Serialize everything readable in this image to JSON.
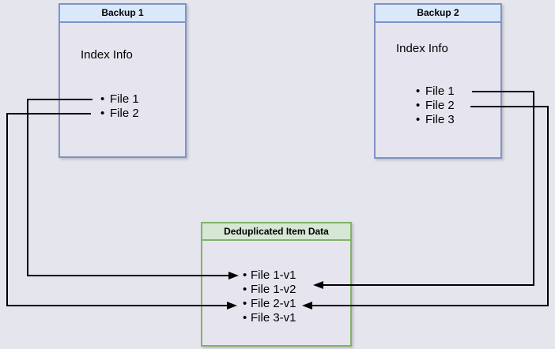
{
  "diagram": {
    "backup1": {
      "title": "Backup 1",
      "subtitle": "Index Info",
      "items": [
        "File 1",
        "File 2"
      ]
    },
    "backup2": {
      "title": "Backup 2",
      "subtitle": "Index Info",
      "items": [
        "File 1",
        "File 2",
        "File 3"
      ]
    },
    "dedup": {
      "title": "Deduplicated Item Data",
      "items": [
        "File 1-v1",
        "File 1-v2",
        "File 2-v1",
        "File 3-v1"
      ]
    },
    "connections": [
      {
        "from": "Backup 1 / File 1",
        "to": "File 1-v1",
        "direction": "left-around"
      },
      {
        "from": "Backup 1 / File 2",
        "to": "File 2-v1",
        "direction": "left-around"
      },
      {
        "from": "Backup 2 / File 1",
        "to": "File 1-v2",
        "direction": "right-around"
      },
      {
        "from": "Backup 2 / File 2",
        "to": "File 2-v1",
        "direction": "right-around"
      }
    ]
  },
  "colors": {
    "page_bg": "#e5e5ee",
    "blue_fill": "#dae8fc",
    "blue_border": "#7e94c6",
    "green_fill": "#d5e8d4",
    "green_border": "#83b268",
    "arrow": "#000000"
  }
}
